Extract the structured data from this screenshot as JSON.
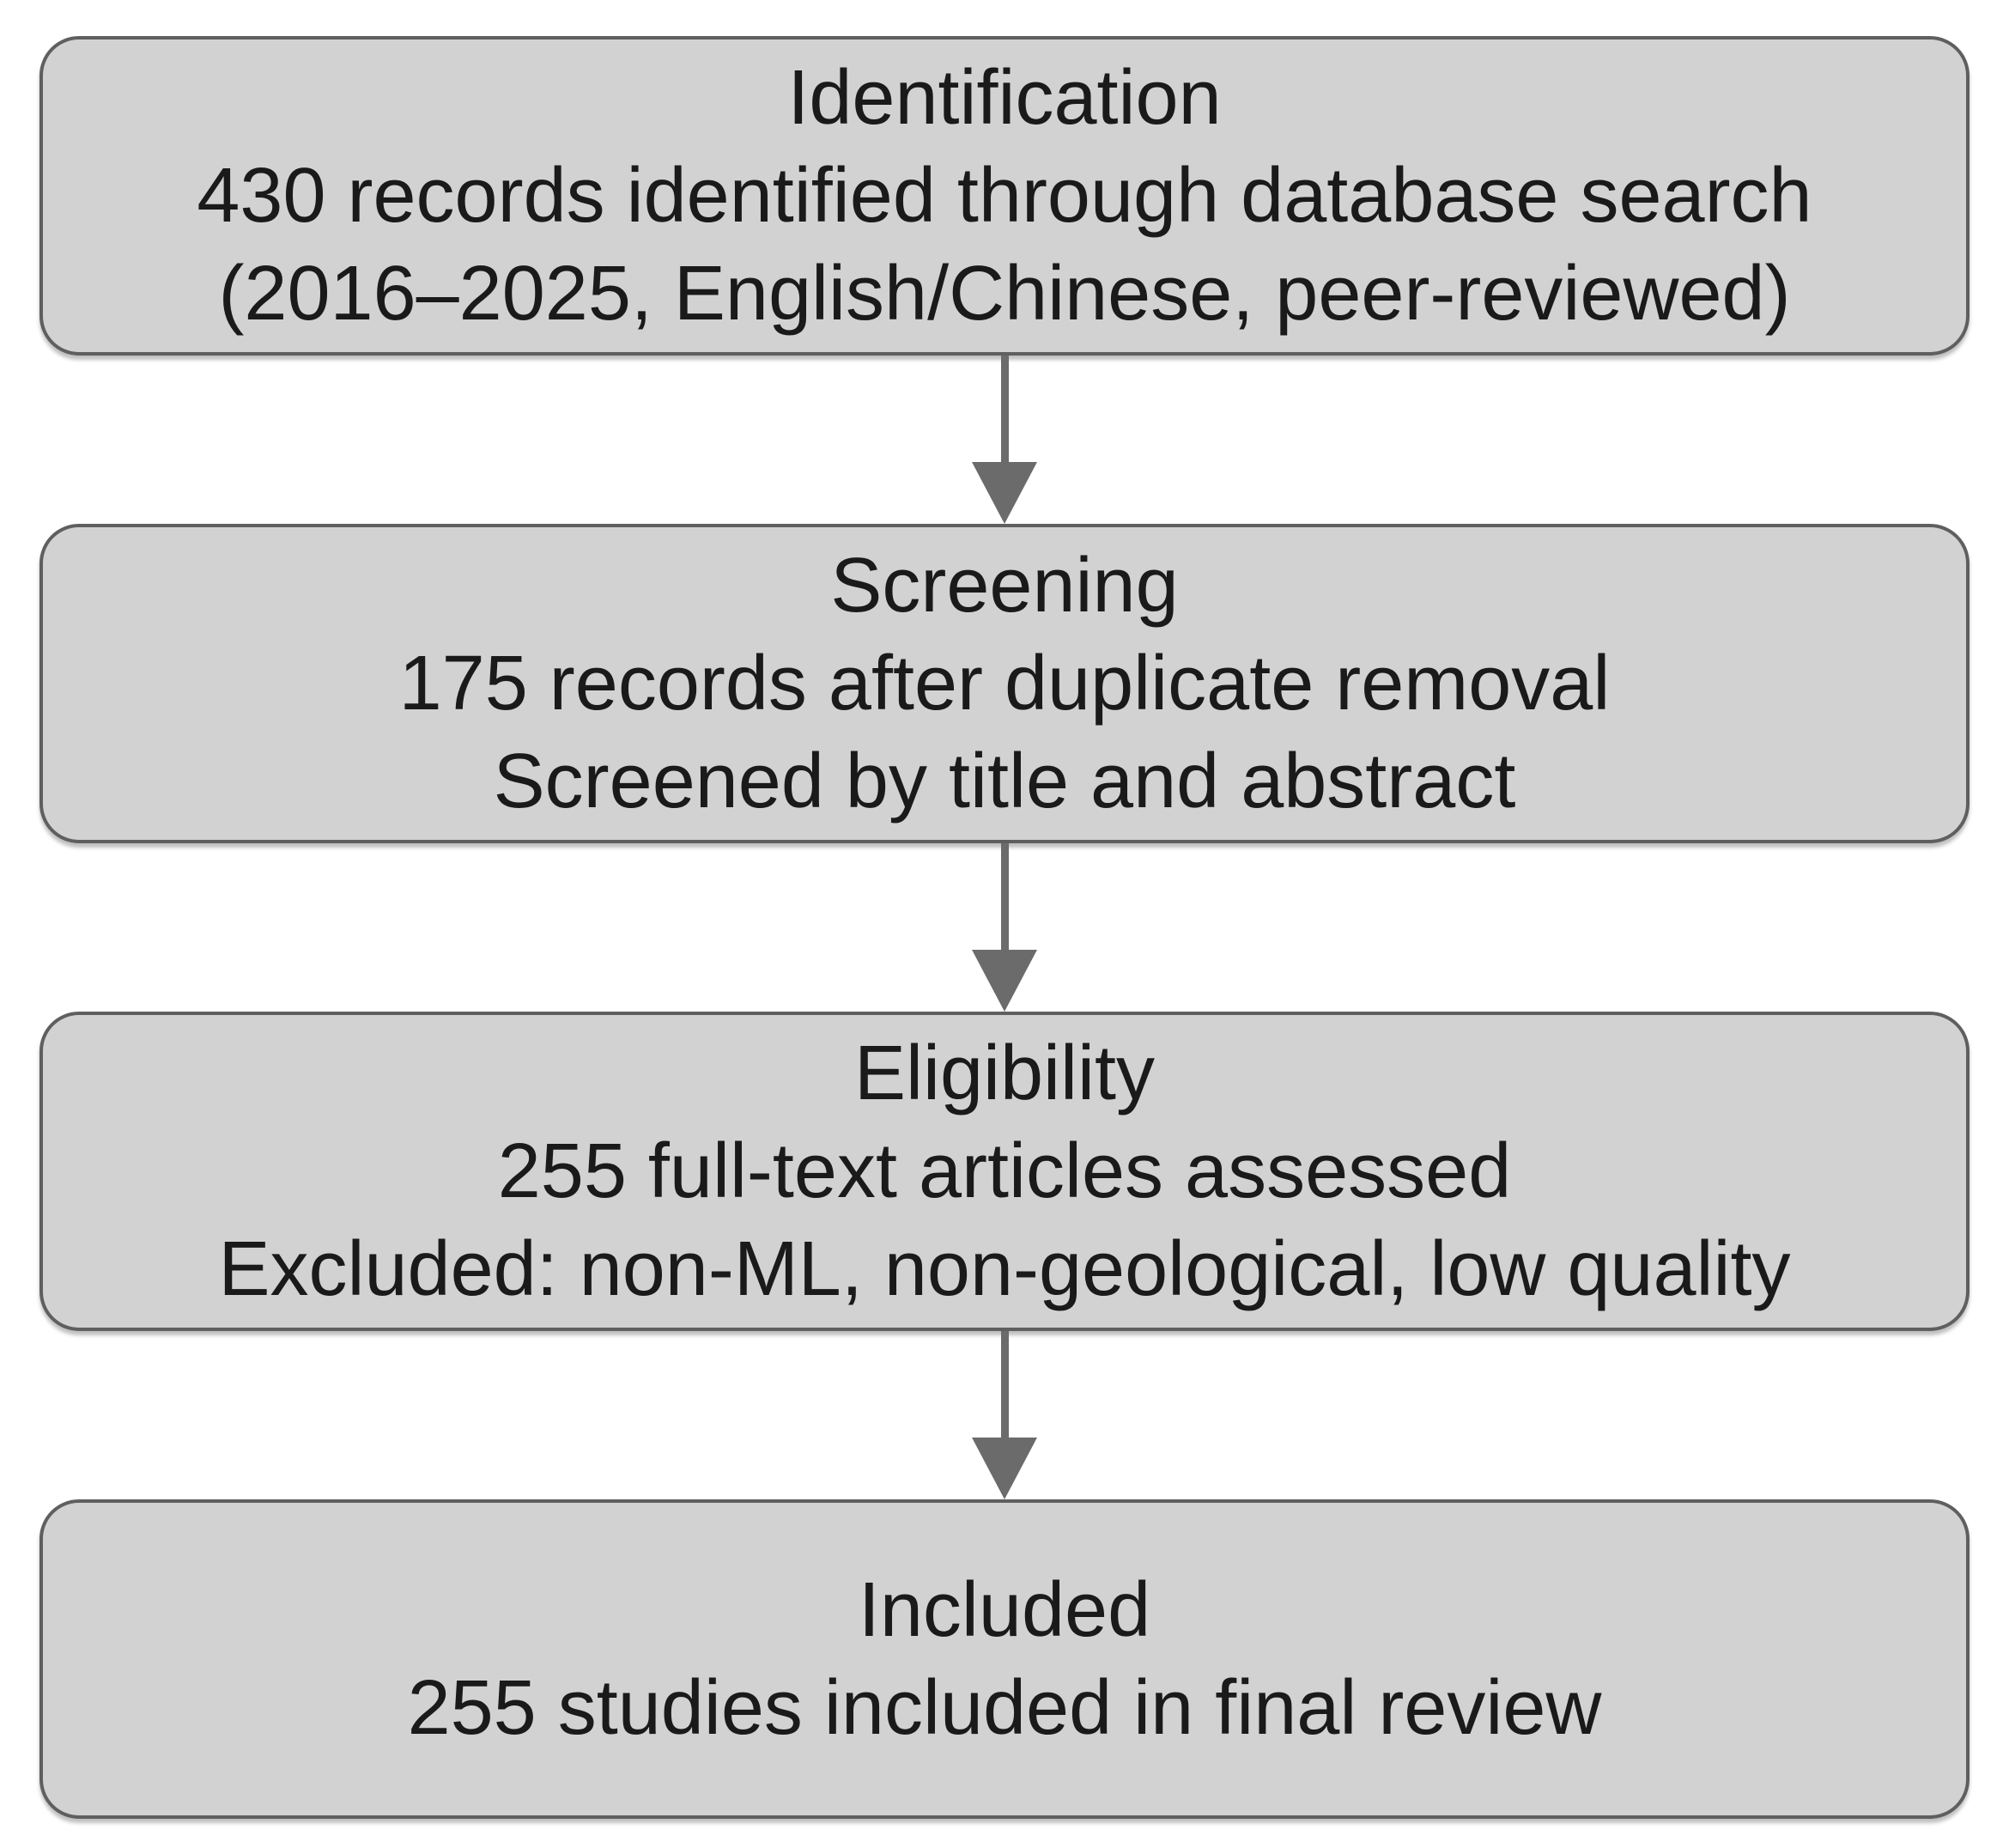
{
  "diagram": {
    "type": "flowchart",
    "direction": "top-down",
    "colors": {
      "background": "#ffffff",
      "box_fill": "#d2d2d2",
      "box_border": "#5f5f5f",
      "arrow": "#6b6b6b",
      "text": "#1a1a1a"
    },
    "stages": [
      {
        "title": "Identification",
        "lines": [
          "430 records identified through database search",
          "(2016–2025, English/Chinese, peer-reviewed)"
        ]
      },
      {
        "title": "Screening",
        "lines": [
          "175 records after duplicate removal",
          "Screened by title and abstract"
        ]
      },
      {
        "title": "Eligibility",
        "lines": [
          "255 full-text articles assessed",
          "Excluded: non-ML, non-geological, low quality"
        ]
      },
      {
        "title": "Included",
        "lines": [
          "255 studies included in final review"
        ]
      }
    ]
  }
}
